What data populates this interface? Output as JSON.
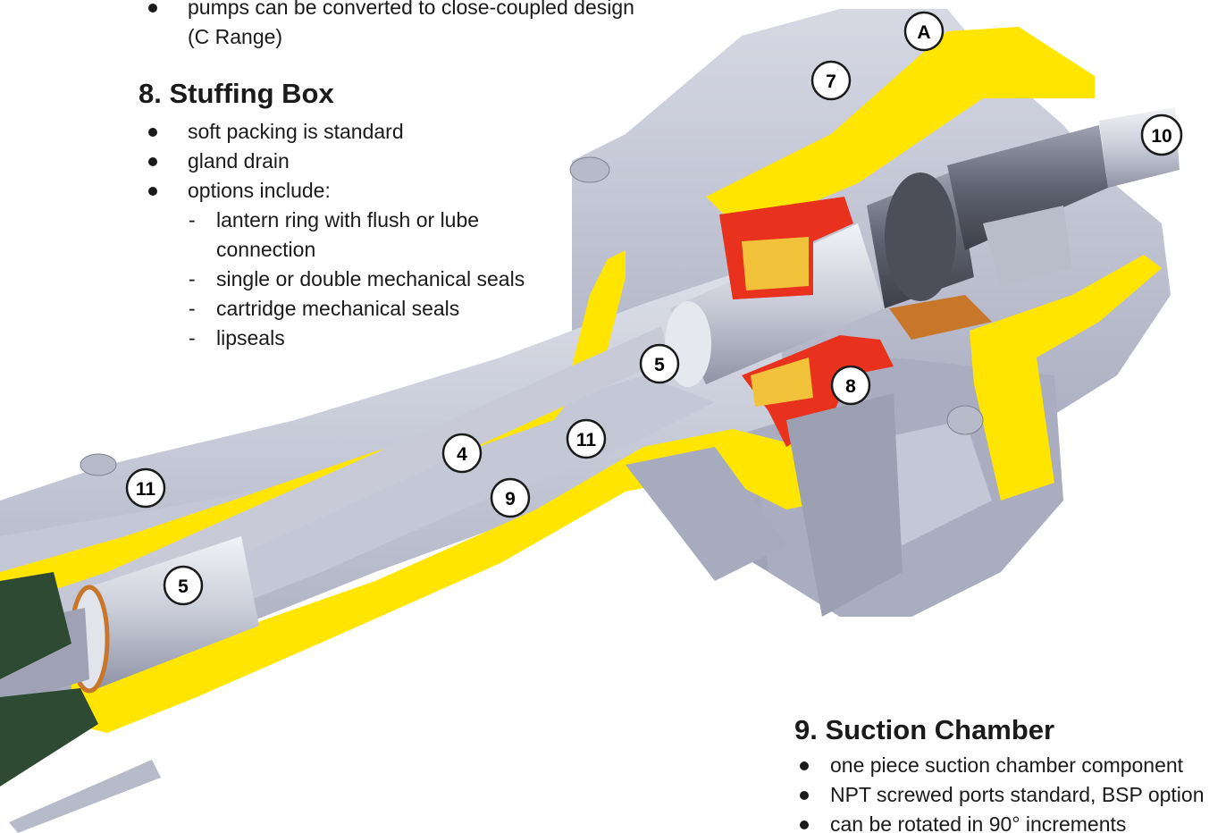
{
  "intro": {
    "bullet_line1": "pumps can be converted to close-coupled design",
    "bullet_line2": "(C Range)"
  },
  "stuffing_box": {
    "heading": "8. Stuffing Box",
    "bullets": [
      "soft packing is standard",
      "gland drain",
      "options include:"
    ],
    "options": [
      {
        "line1": "lantern ring with flush or lube",
        "line2": "connection"
      },
      {
        "line1": "single or double mechanical seals"
      },
      {
        "line1": "cartridge mechanical seals"
      },
      {
        "line1": "lipseals"
      }
    ]
  },
  "suction_chamber": {
    "heading": "9. Suction Chamber",
    "bullets": [
      "one piece suction chamber component",
      "NPT screwed ports standard, BSP option",
      "can be rotated in 90° increments"
    ]
  },
  "callouts": [
    "A",
    "7",
    "10",
    "5",
    "8",
    "11",
    "4",
    "9",
    "11",
    "5"
  ],
  "colors": {
    "casing_yellow": "#ffe500",
    "seal_red": "#e8321e",
    "metal_grey": "#b8bccb",
    "shadow_grey": "#8e93a6",
    "gasket_green": "#2f4a33",
    "ring_orange": "#c8762a"
  }
}
